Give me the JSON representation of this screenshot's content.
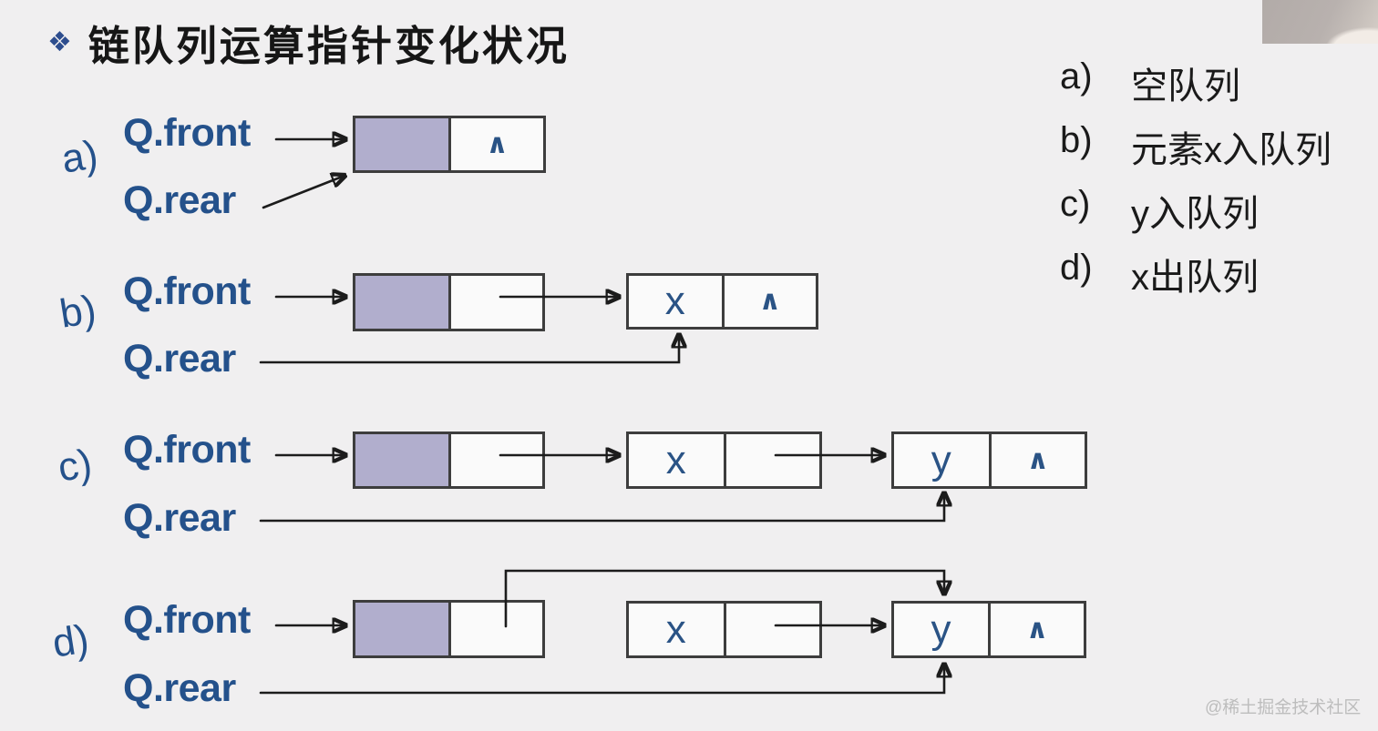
{
  "title": {
    "bullet": "❖",
    "text": "链队列运算指针变化状况"
  },
  "legend": [
    {
      "prefix": "a)",
      "text": "空队列"
    },
    {
      "prefix": "b)",
      "text": "元素x入队列"
    },
    {
      "prefix": "c)",
      "text": "y入队列"
    },
    {
      "prefix": "d)",
      "text": "x出队列"
    }
  ],
  "rows": [
    {
      "label": "a)",
      "front": "Q.front",
      "rear": "Q.rear",
      "nodes": [
        {
          "data": "",
          "ptr": "∧"
        }
      ]
    },
    {
      "label": "b)",
      "front": "Q.front",
      "rear": "Q.rear",
      "nodes": [
        {
          "data": "",
          "ptr": ""
        },
        {
          "data": "x",
          "ptr": "∧"
        }
      ]
    },
    {
      "label": "c)",
      "front": "Q.front",
      "rear": "Q.rear",
      "nodes": [
        {
          "data": "",
          "ptr": ""
        },
        {
          "data": "x",
          "ptr": ""
        },
        {
          "data": "y",
          "ptr": "∧"
        }
      ]
    },
    {
      "label": "d)",
      "front": "Q.front",
      "rear": "Q.rear",
      "nodes": [
        {
          "data": "",
          "ptr": ""
        },
        {
          "data": "x",
          "ptr": ""
        },
        {
          "data": "y",
          "ptr": "∧"
        }
      ]
    }
  ],
  "watermark": "@稀土掘金技术社区",
  "colors": {
    "background": "#f0eff0",
    "pointer_text_blue": "#24518b",
    "node_value_blue": "#2a5385",
    "head_node_fill": "#b1aecd",
    "node_border": "#3d3d3d",
    "arrow": "#1c1c1c",
    "title_bullet_blue": "#2d4d8e"
  }
}
